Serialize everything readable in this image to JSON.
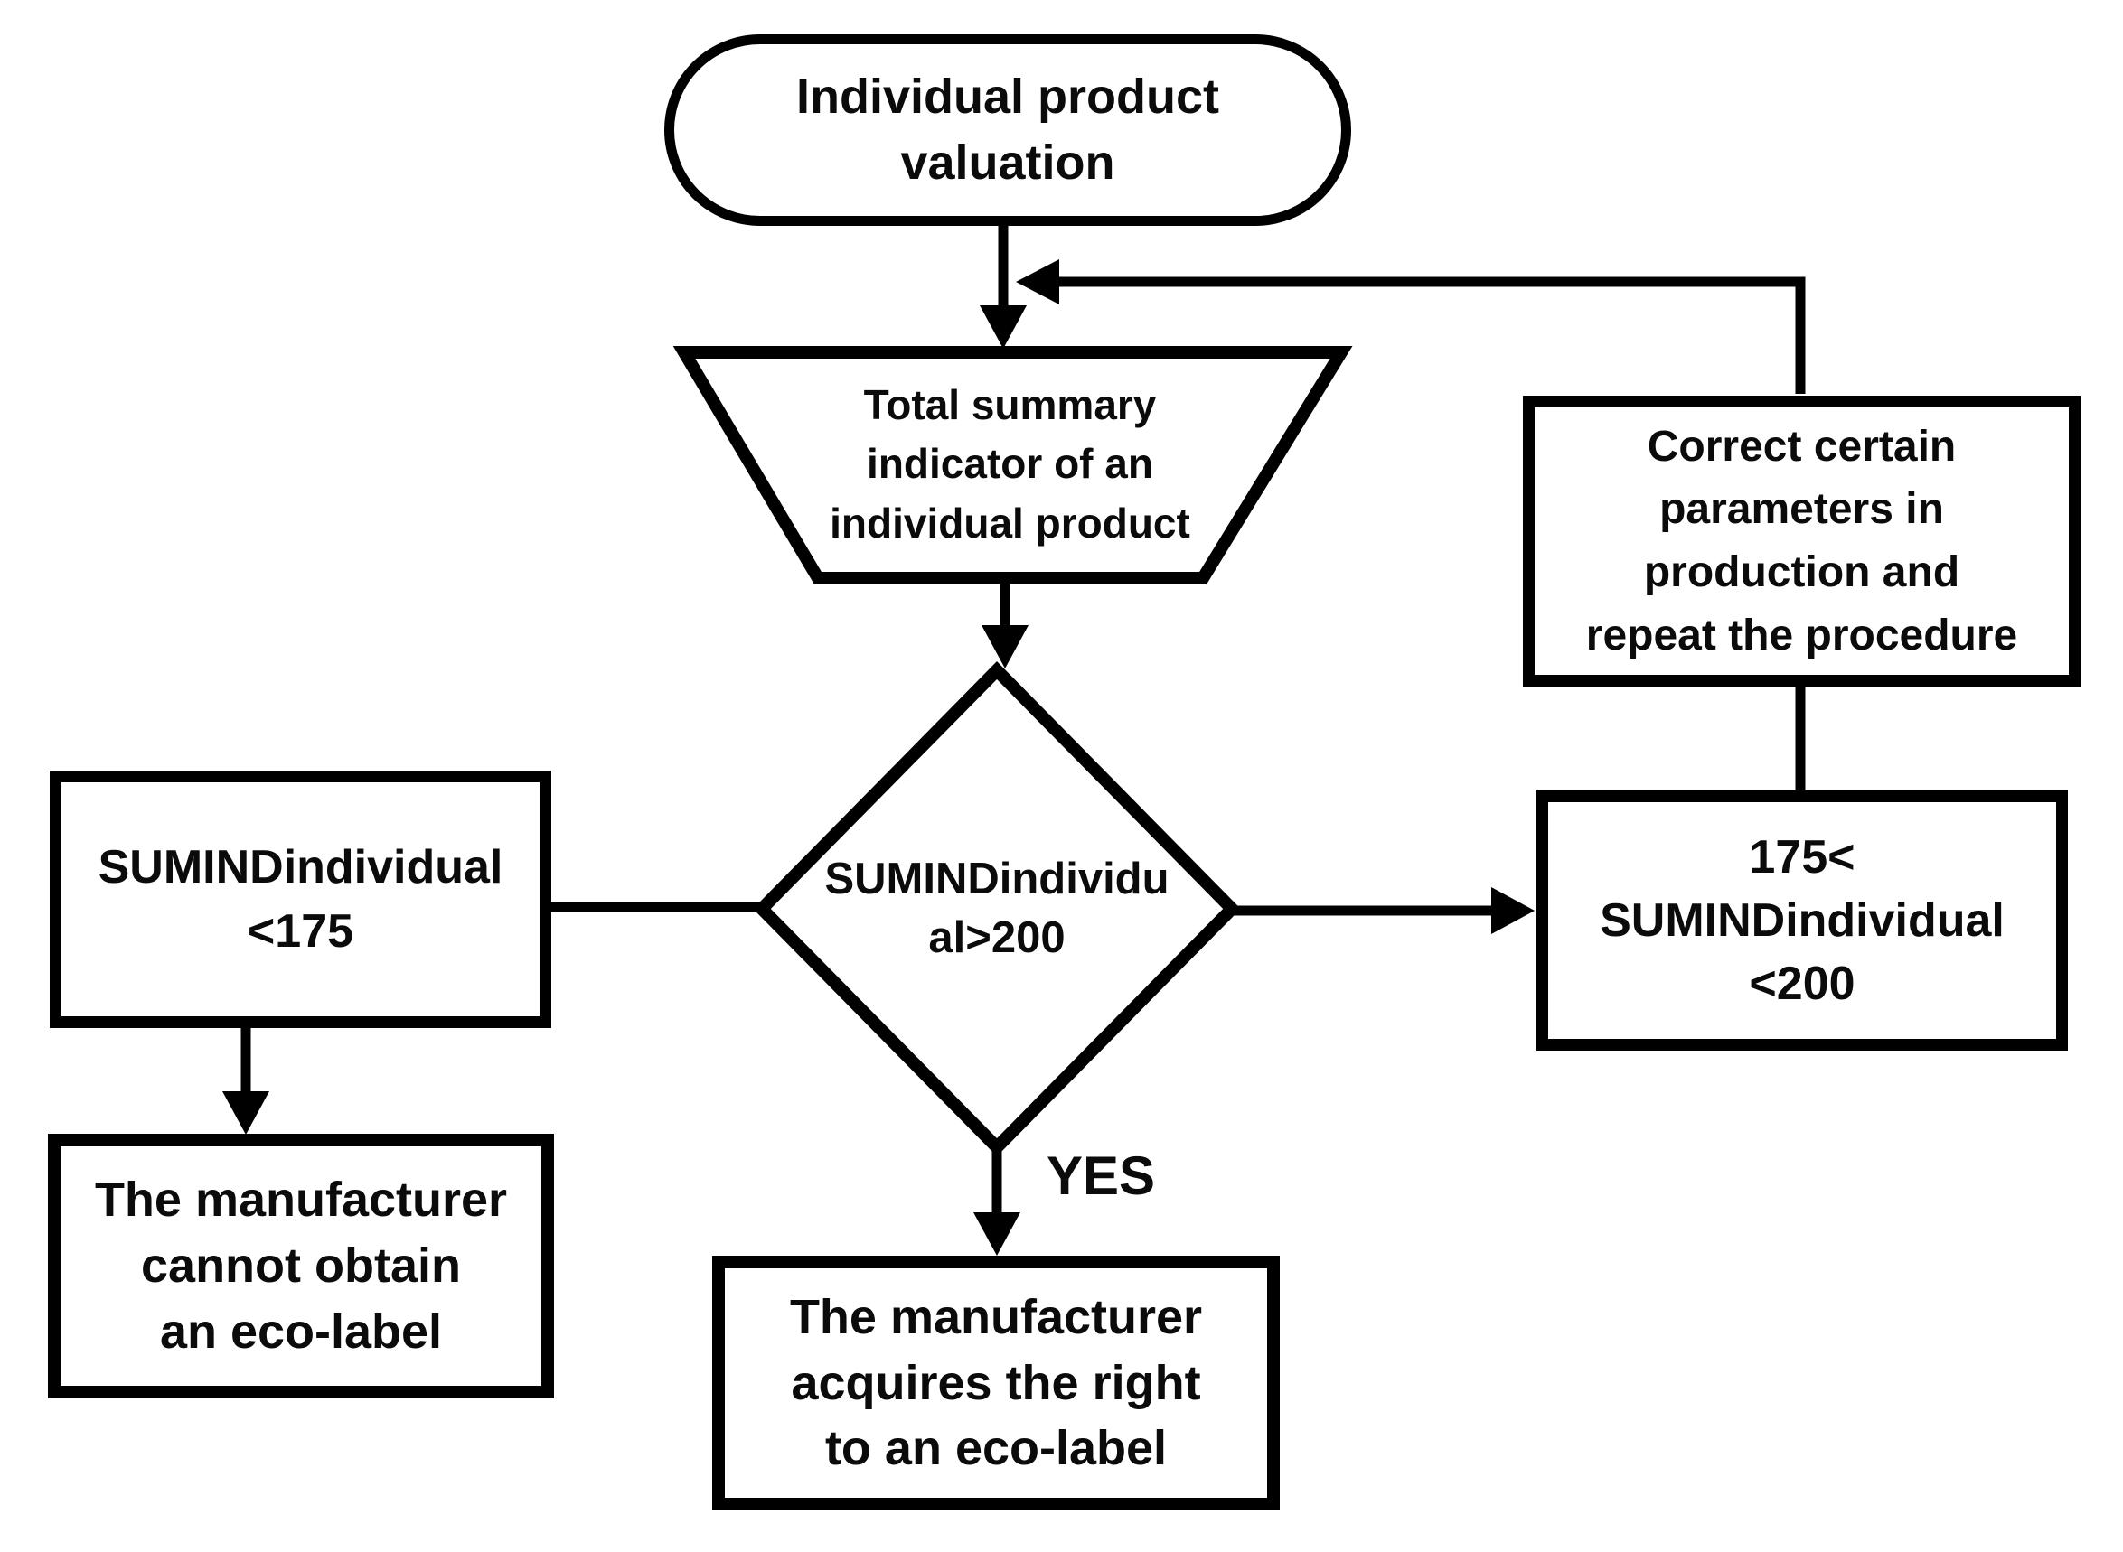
{
  "colors": {
    "background": "#ffffff",
    "stroke": "#000000",
    "text": "#0b0b0b"
  },
  "nodes": {
    "start": {
      "type": "terminator",
      "lines": [
        "Individual product",
        "valuation"
      ]
    },
    "summary": {
      "type": "trapezoid",
      "lines": [
        "Total summary",
        "indicator of an",
        "individual product"
      ]
    },
    "decision": {
      "type": "decision",
      "lines": [
        "SUMINDindividu",
        "al>200"
      ]
    },
    "below_range": {
      "type": "process",
      "lines": [
        "SUMINDindividual",
        "<175"
      ]
    },
    "no_label": {
      "type": "process",
      "lines": [
        "The manufacturer",
        "cannot obtain",
        "an eco-label"
      ]
    },
    "correct": {
      "type": "process",
      "lines": [
        "Correct certain",
        "parameters in",
        "production and",
        "repeat the procedure"
      ]
    },
    "mid_range": {
      "type": "process",
      "lines": [
        "175<",
        "SUMINDindividual",
        "<200"
      ]
    },
    "success": {
      "type": "process",
      "lines": [
        "The manufacturer",
        "acquires the right",
        "to an eco-label"
      ]
    }
  },
  "edges": {
    "yes_label": "YES"
  }
}
